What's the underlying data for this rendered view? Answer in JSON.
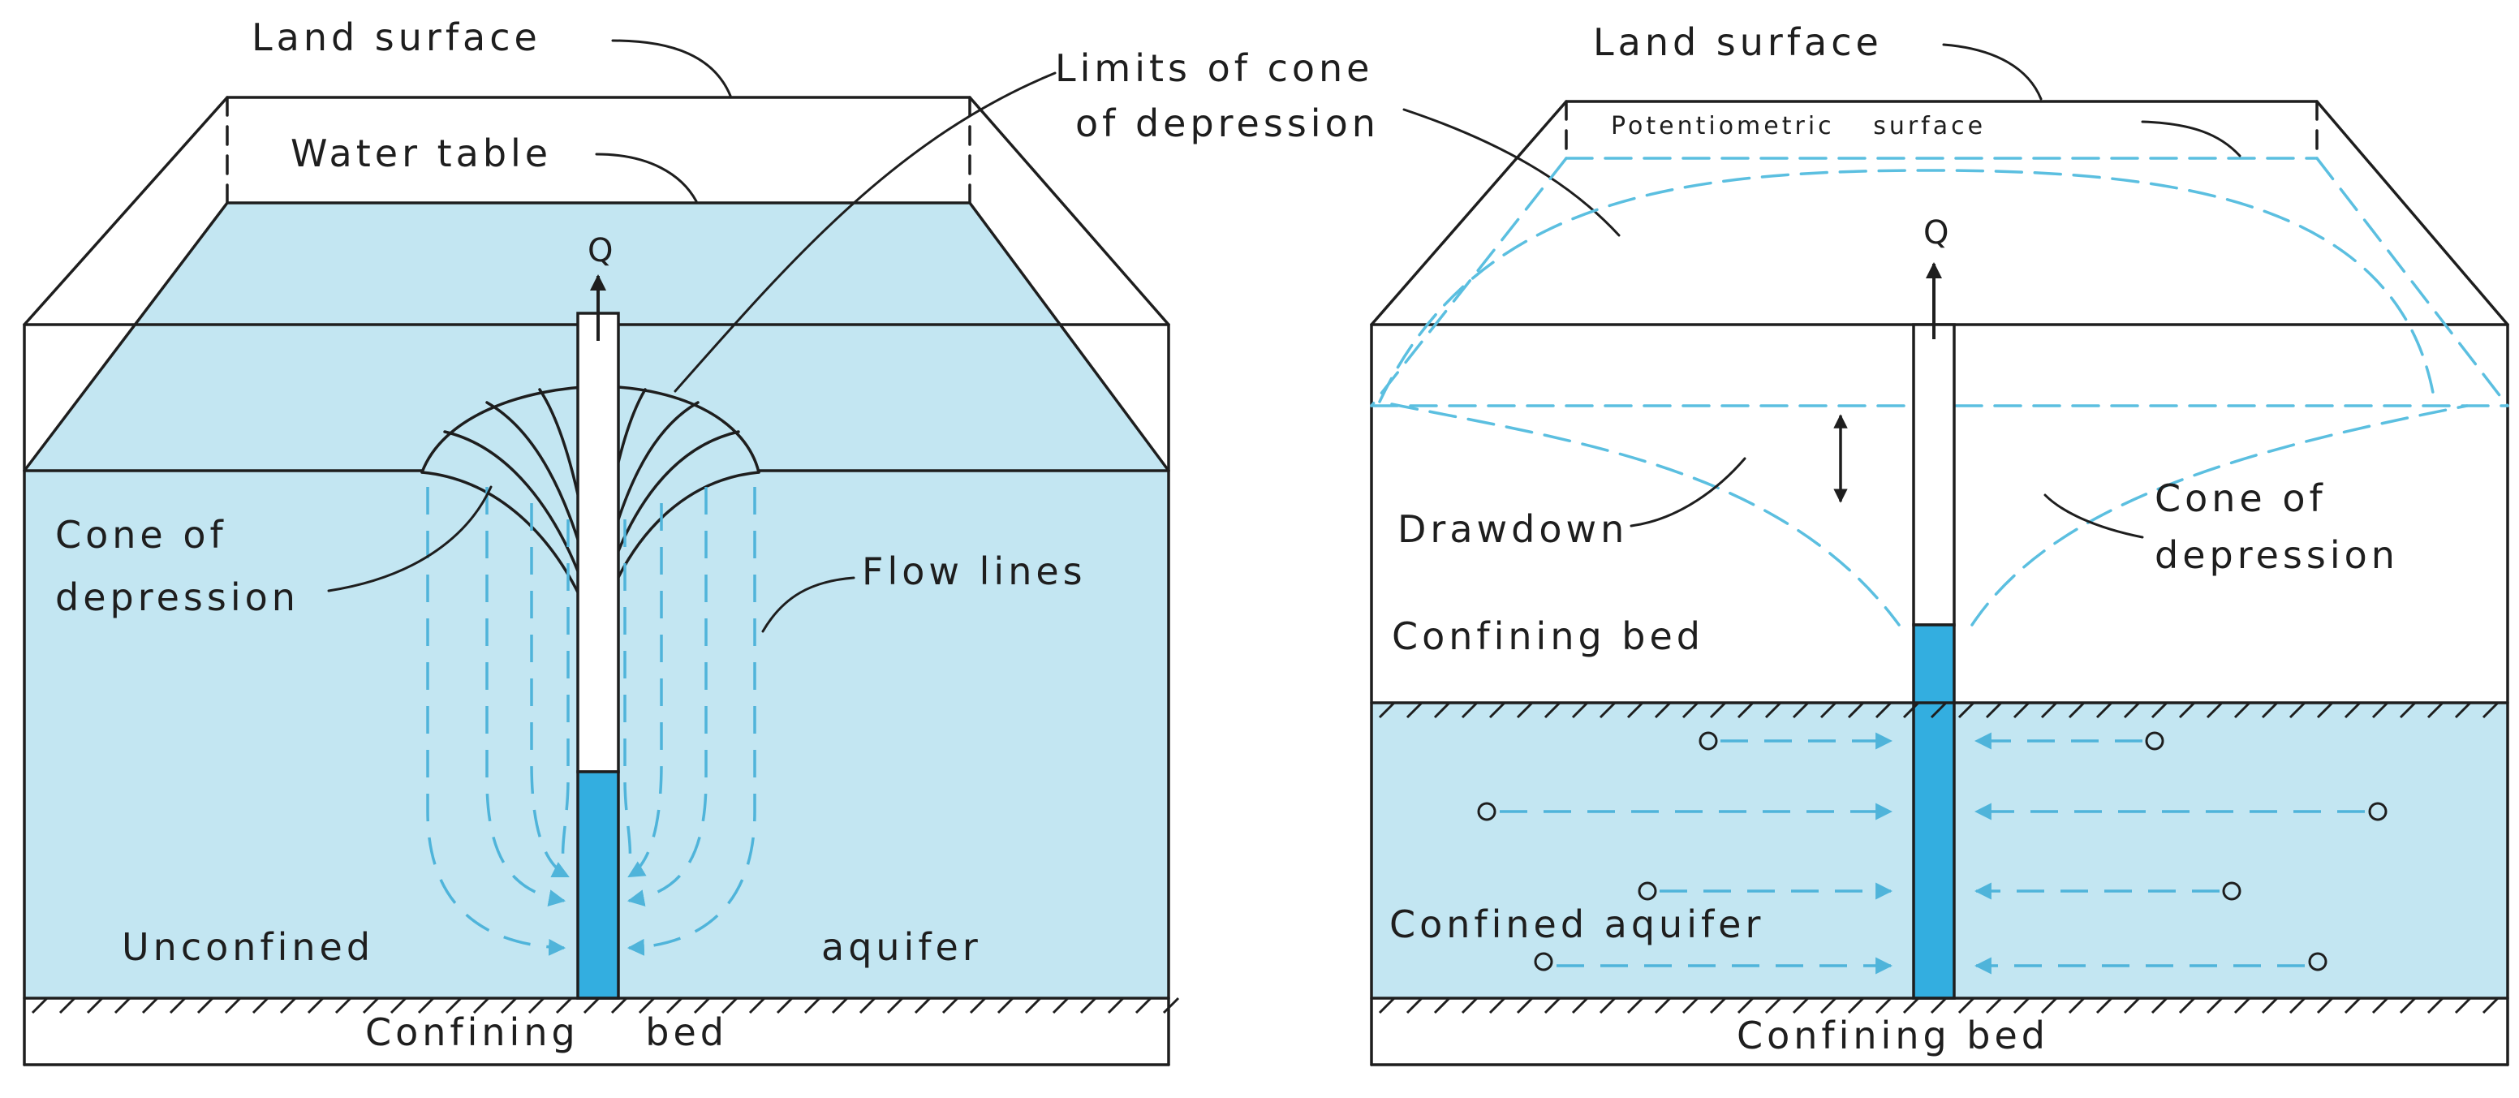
{
  "colors": {
    "water": "#c3e6f2",
    "water_column": "#33aee0",
    "dashed_lines": "#5bbfe0",
    "ink": "#1e1e1e"
  },
  "left_panel": {
    "land_surface": "Land surface",
    "water_table": "Water table",
    "discharge": "Q",
    "cone_line1": "Cone of",
    "cone_line2": "depression",
    "flow_lines": "Flow lines",
    "aquifer_word1": "Unconfined",
    "aquifer_word2": "aquifer",
    "confining_bed": "Confining bed"
  },
  "shared": {
    "limits_line1": "Limits of cone",
    "limits_line2": "of depression"
  },
  "right_panel": {
    "land_surface": "Land surface",
    "potentiometric_surface": "Potentiometric surface",
    "discharge": "Q",
    "drawdown": "Drawdown",
    "cone_line1": "Cone of",
    "cone_line2": "depression",
    "confining_bed_upper": "Confining bed",
    "confined_aquifer": "Confined aquifer",
    "confining_bed_lower": "Confining bed"
  }
}
